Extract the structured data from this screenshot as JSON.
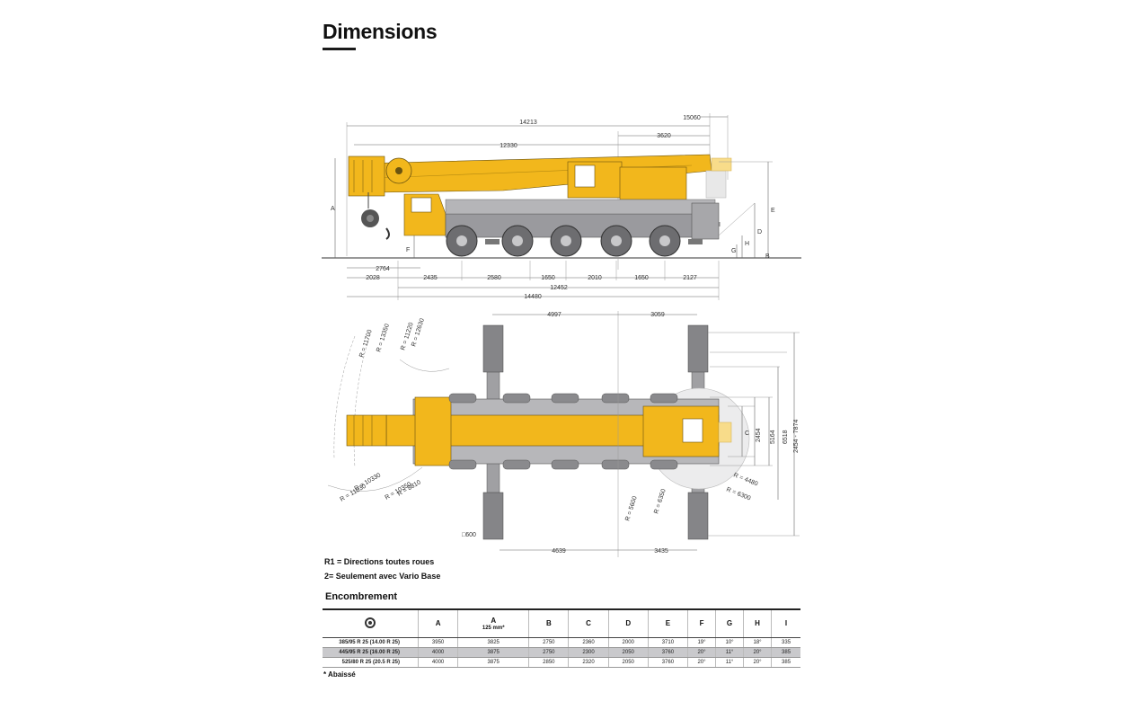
{
  "page": {
    "title": "Dimensions"
  },
  "side_view": {
    "dims": {
      "d14213": "14213",
      "d15060": "15060",
      "d12330": "12330",
      "d3620": "3620",
      "d2764": "2764",
      "d2028": "2028",
      "d2435": "2435",
      "d2580": "2580",
      "d1650a": "1650",
      "d2010": "2010",
      "d1650b": "1650",
      "d2127": "2127",
      "d12452": "12452",
      "d14480": "14480"
    },
    "letters": {
      "A": "A",
      "B": "B",
      "D": "D",
      "E": "E",
      "F": "F",
      "G": "G",
      "H": "H",
      "I": "I"
    }
  },
  "top_view": {
    "dims": {
      "d4997": "4997",
      "d3059": "3059",
      "d4639": "4639",
      "d3435": "3435",
      "d600": "□600",
      "r12630": "R = 12630",
      "r13350": "R = 13350",
      "r11220": "R = 11220",
      "r11700": "R = 11700",
      "r10330": "R = 10330",
      "r8810": "R = 8810",
      "r10350": "R = 10350",
      "r11830": "R = 11830",
      "r5600": "R = 5600",
      "r6350": "R = 6350",
      "r4480": "R = 4480",
      "r6300": "R = 6300",
      "c": "C",
      "v2454": "2454",
      "v5164": "5164",
      "v6518": "6518",
      "v2454_7874": "2454 - 7874"
    }
  },
  "notes": {
    "note1": "R1 = Directions toutes roues",
    "note2": "2= Seulement avec Vario Base"
  },
  "encombrement": {
    "title": "Encombrement",
    "headers": [
      "A",
      "A",
      "B",
      "C",
      "D",
      "E",
      "F",
      "G",
      "H",
      "I"
    ],
    "header_sub": "125 mm*",
    "rows": [
      [
        "385/95 R 25 (14.00 R 25)",
        "3950",
        "3825",
        "2750",
        "2360",
        "2000",
        "3710",
        "19°",
        "10°",
        "18°",
        "335"
      ],
      [
        "445/95 R 25 (16.00 R 25)",
        "4000",
        "3875",
        "2750",
        "2300",
        "2050",
        "3760",
        "20°",
        "11°",
        "20°",
        "385"
      ],
      [
        "525/80 R 25 (20.5  R 25)",
        "4000",
        "3875",
        "2850",
        "2320",
        "2050",
        "3760",
        "20°",
        "11°",
        "20°",
        "385"
      ]
    ],
    "footnote": "* Abaissé"
  },
  "colors": {
    "crane_yellow": "#f2b71c",
    "carrier_gray": "#9a9a9e",
    "tire_gray": "#6d6d70"
  }
}
